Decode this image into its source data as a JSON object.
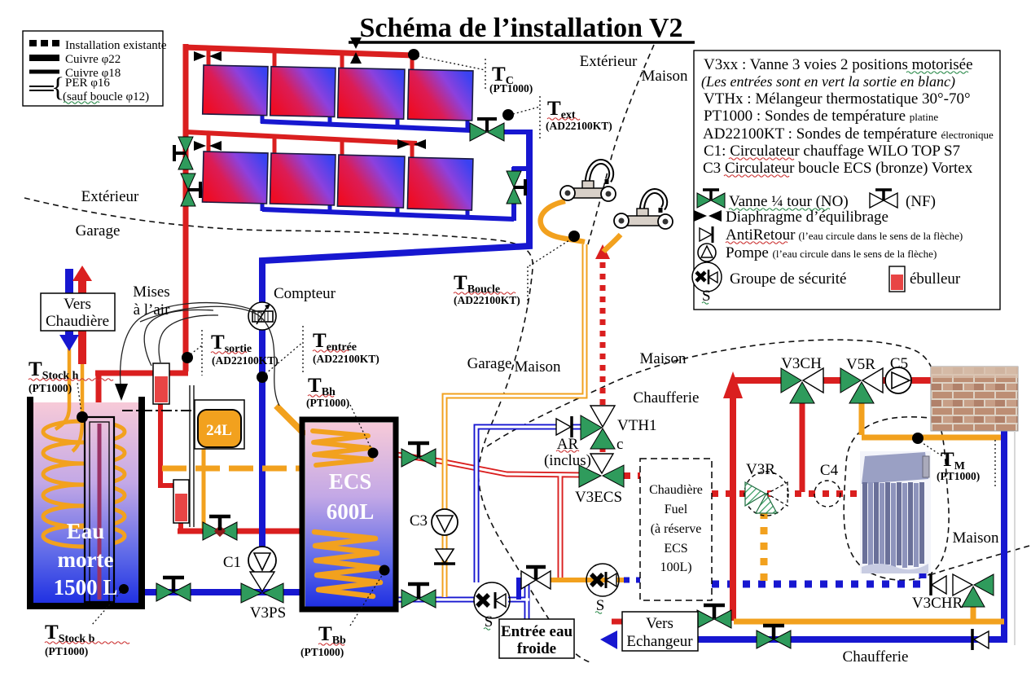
{
  "title": "Schéma de l’installation V2",
  "colors": {
    "pipe_red": "#da1f1f",
    "pipe_blue": "#1717d0",
    "pipe_orange": "#f2a11e",
    "valve_green": "#2f9b5c",
    "tank_top": "#f7cad8",
    "tank_bottom": "#1e2fe2",
    "panel_red": "#e8142a",
    "panel_blue": "#3941f2"
  },
  "legend": {
    "existing": "Installation existante",
    "cuivre22": "Cuivre φ22",
    "cuivre18": "Cuivre φ18",
    "per16": "PER φ16",
    "per16b": "(sauf boucle φ12)"
  },
  "info_box": {
    "l1a": "V3xx : Vanne 3 voies 2 positions ",
    "l1b": "motorisée",
    "l2": "(Les entrées sont en vert la sortie en blanc)",
    "l3": "VTHx : Mélangeur thermostatique 30°-70°",
    "l4a": "PT1000 : Sondes de température ",
    "l4b": "platine",
    "l5a": "AD22100KT : Sondes de température ",
    "l5b": "électronique",
    "l6a": "C1: ",
    "l6b": "Circulateur",
    "l6c": " chauffage WILO TOP S7",
    "l7a": "C3 ",
    "l7b": "Circulateur",
    "l7c": " boucle ECS (bronze) Vortex",
    "vanne_no": "Vanne ¼ tour (NO)",
    "vanne_nf": "(NF)",
    "diaphragme": "Diaphragme d’équilibrage",
    "antiretour": "AntiRetour",
    "antiretour_note": "(l’eau circule dans le sens de la flèche)",
    "pompe": "Pompe ",
    "pompe_note": "(l’eau circule dans le sens de la flèche)",
    "groupe": "Groupe de sécurité",
    "groupe_s": "S",
    "ebulleur": "ébulleur"
  },
  "zones": {
    "exterieur_left": "Extérieur",
    "garage_left": "Garage",
    "exterieur_top": "Extérieur",
    "maison_top": "Maison",
    "garage_mid": "Garage",
    "maison_mid": "Maison",
    "maison_ch": "Maison",
    "chaufferie_ch": "Chaufferie",
    "maison_right": "Maison",
    "chaufferie_bottom": "Chaufferie"
  },
  "sensors": {
    "tc": {
      "t": "T",
      "sub": "C",
      "ref": "(PT1000)"
    },
    "text": {
      "t": "T",
      "sub": "ext",
      "ref": "(AD22100KT)"
    },
    "tboucle": {
      "t": "T",
      "sub": "Boucle",
      "ref": "(AD22100KT)"
    },
    "tsortie": {
      "t": "T",
      "sub": "sortie",
      "ref": "(AD22100KT)"
    },
    "tentree": {
      "t": "T",
      "sub": "entrée",
      "ref": "(AD22100KT)"
    },
    "tbh": {
      "t": "T",
      "sub": "Bh",
      "ref": "(PT1000)"
    },
    "tbb": {
      "t": "T",
      "sub": "Bb",
      "ref": "(PT1000)"
    },
    "tstockh": {
      "t": "T",
      "sub": "Stock h",
      "ref": "(PT1000)"
    },
    "tstockb": {
      "t": "T",
      "sub": "Stock b",
      "ref": "(PT1000)"
    },
    "tm": {
      "t": "T",
      "sub": "M",
      "ref": "(PT1000)"
    }
  },
  "components": {
    "compteur": "Compteur",
    "mises1": "Mises",
    "mises2": "à l’air",
    "c1": "C1",
    "v3ps": "V3PS",
    "c3": "C3",
    "vth1": "VTH1",
    "vth1_c": "c",
    "ar": "AR",
    "ar_inclus": "(inclus)",
    "v3ecs": "V3ECS",
    "v3ch": "V3CH",
    "v5r": "V5R",
    "c5": "C5",
    "v3r": "V3R",
    "c4": "C4",
    "v3chr": "V3CHR",
    "s1": "S",
    "s2": "S",
    "vessel24": "24L"
  },
  "tanks": {
    "eau_morte": {
      "l1": "Eau",
      "l2": "morte",
      "l3": "1500 L"
    },
    "ecs": {
      "l1": "ECS",
      "l2": "600L"
    }
  },
  "boxes": {
    "vers_chaudiere": {
      "l1": "Vers",
      "l2": "Chaudière"
    },
    "chaudiere_fuel": {
      "l1": "Chaudière",
      "l2": "Fuel",
      "l3": "(à réserve",
      "l4": "ECS",
      "l5": "100L)"
    },
    "entree_eau": {
      "l1": "Entrée eau",
      "l2": "froide"
    },
    "vers_echangeur": {
      "l1": "Vers",
      "l2": "Echangeur"
    }
  }
}
